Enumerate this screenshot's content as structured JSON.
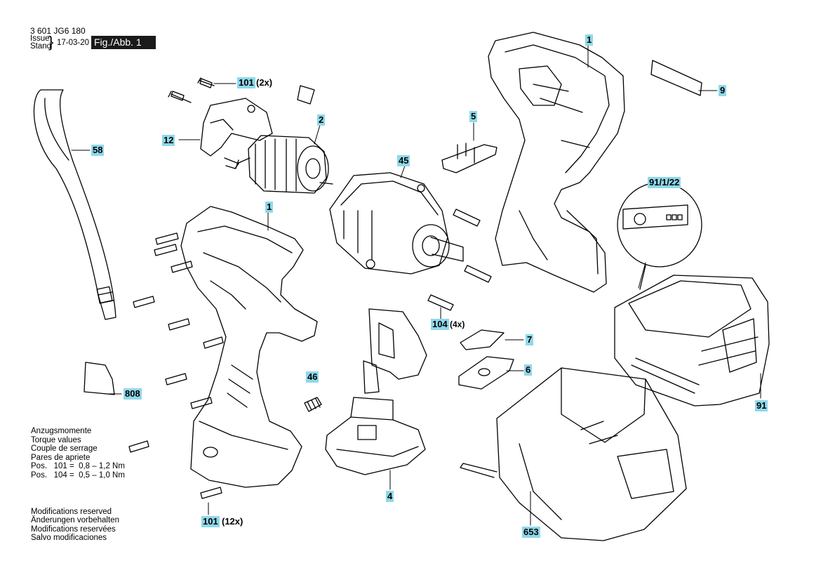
{
  "header": {
    "doc_number": "3 601 JG6 180",
    "issue_label": "Issue",
    "stand_label": "Stand",
    "date": "17-03-20",
    "figure": "Fig./Abb. 1"
  },
  "labels": {
    "p1_top": "1",
    "p1_mid": "1",
    "p2": "2",
    "p4": "4",
    "p5": "5",
    "p6": "6",
    "p7": "7",
    "p9": "9",
    "p12": "12",
    "p45": "45",
    "p46": "46",
    "p58": "58",
    "p91": "91",
    "p91_1_22": "91/1/22",
    "p101_top": "101",
    "p101_top_qty": "(2x)",
    "p101_bottom": "101",
    "p101_bottom_qty": "(12x)",
    "p104": "104",
    "p104_qty": "(4x)",
    "p653": "653",
    "p808": "808"
  },
  "torque": {
    "lines": [
      "Anzugsmomente",
      "Torque values",
      "Couple de serrage",
      "Pares de apriete",
      "Pos.   101 =  0,8 – 1,2 Nm",
      "Pos.   104 =  0,5 – 1,0 Nm"
    ]
  },
  "modifications": {
    "lines": [
      "Modifications reserved",
      "Änderungen vorbehalten",
      "Modifications reservées",
      "Salvo modificaciones"
    ]
  }
}
